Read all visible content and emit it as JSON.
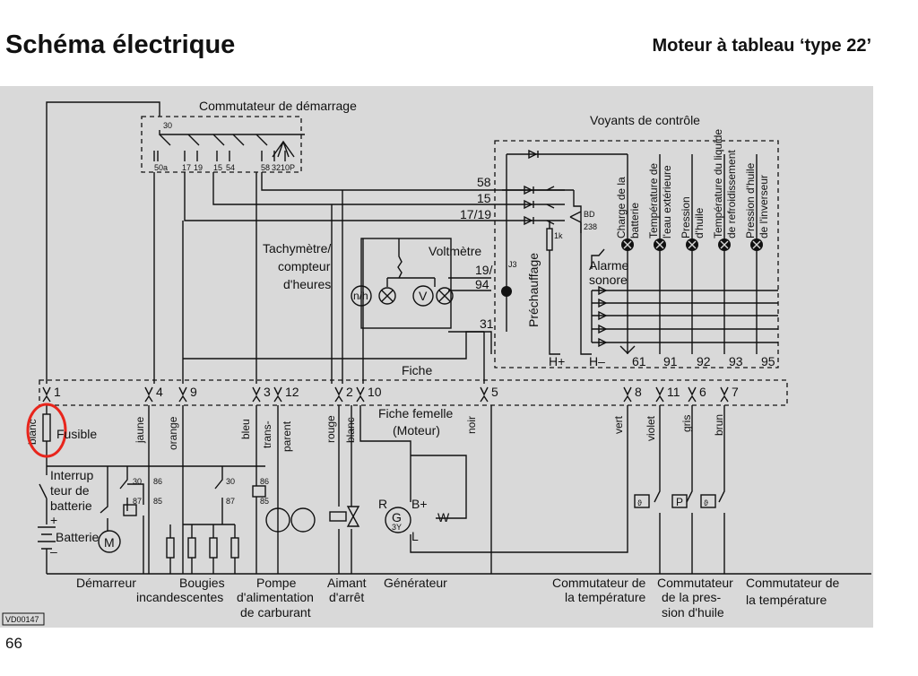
{
  "header": {
    "title": "Schéma électrique",
    "subtitle": "Moteur à tableau ‘type 22’"
  },
  "footer": {
    "page_number": "66",
    "ref_code": "VD00147"
  },
  "blocks": {
    "start_switch": "Commutateur de démarrage",
    "start_terminals": [
      "30",
      "50a",
      "17",
      "19",
      "15",
      "54",
      "58",
      "32",
      "10P"
    ],
    "warning_lights": "Voyants de contrôle",
    "tach_line1": "Tachymètre/",
    "tach_line2": "compteur",
    "tach_line3": "d'heures",
    "voltmeter": "Voltmètre",
    "nh": "n/h",
    "v": "V",
    "connector": "Fiche",
    "female_line1": "Fiche femelle",
    "female_line2": "(Moteur)",
    "fuse": "Fusible",
    "alarm_line1": "Alarme",
    "alarm_line2": "sonore",
    "preheat": "Préchauffage",
    "bd": "BD",
    "bd_num": "238",
    "resistor": "1k",
    "j3": "J3",
    "h_plus": "H+",
    "h_minus": "H–"
  },
  "bus_labels": [
    "58",
    "15",
    "17/19",
    "19/",
    "94",
    "31"
  ],
  "lamp_labels": [
    {
      "l1": "Charge de la",
      "l2": "batterie"
    },
    {
      "l1": "Température de",
      "l2": "l'eau extérieure"
    },
    {
      "l1": "Pression",
      "l2": "d'huile"
    },
    {
      "l1": "Température du liquide",
      "l2": "de refroidissement"
    },
    {
      "l1": "Pression d'huile",
      "l2": "de l'inverseur"
    }
  ],
  "lamp_terminals": [
    "61",
    "91",
    "92",
    "93",
    "95"
  ],
  "pins": [
    "1",
    "4",
    "9",
    "3",
    "12",
    "2",
    "10",
    "5",
    "8",
    "11",
    "6",
    "7"
  ],
  "wire_colors": [
    "blanc",
    "jaune",
    "orange",
    "bleu",
    "trans-",
    "parent",
    "rouge",
    "blanc",
    "noir",
    "vert",
    "violet",
    "gris",
    "brun"
  ],
  "relay_terms": [
    "30",
    "86",
    "87",
    "85"
  ],
  "components": {
    "switch_line1": "Interrup",
    "switch_line2": "teur de",
    "switch_line3": "batterie",
    "battery": "Batterie",
    "motor": "M",
    "gen": "G",
    "gen_sub": "3Y",
    "gen_r": "R",
    "gen_b": "B+",
    "gen_w": "W",
    "gen_l": "L",
    "plus": "+",
    "minus": "–"
  },
  "bottom_labels": {
    "starter": "Démarreur",
    "glow1": "Bougies",
    "glow2": "incandescentes",
    "pump1": "Pompe",
    "pump2": "d'alimentation",
    "pump3": "de carburant",
    "stop1": "Aimant",
    "stop2": "d'arrêt",
    "gen": "Générateur",
    "temp1": "Commutateur de",
    "temp2": "la température",
    "oil1": "Commutateur",
    "oil2": "de la pres-",
    "oil3": "sion d'huile",
    "temp3": "Commutateur de",
    "temp4": "la température"
  },
  "sensor_icons": [
    "thermo-icon",
    "pressure-icon",
    "thermo-icon"
  ],
  "colors": {
    "diagram_bg": "#d9d9d9",
    "annotation": "#e8251c"
  }
}
